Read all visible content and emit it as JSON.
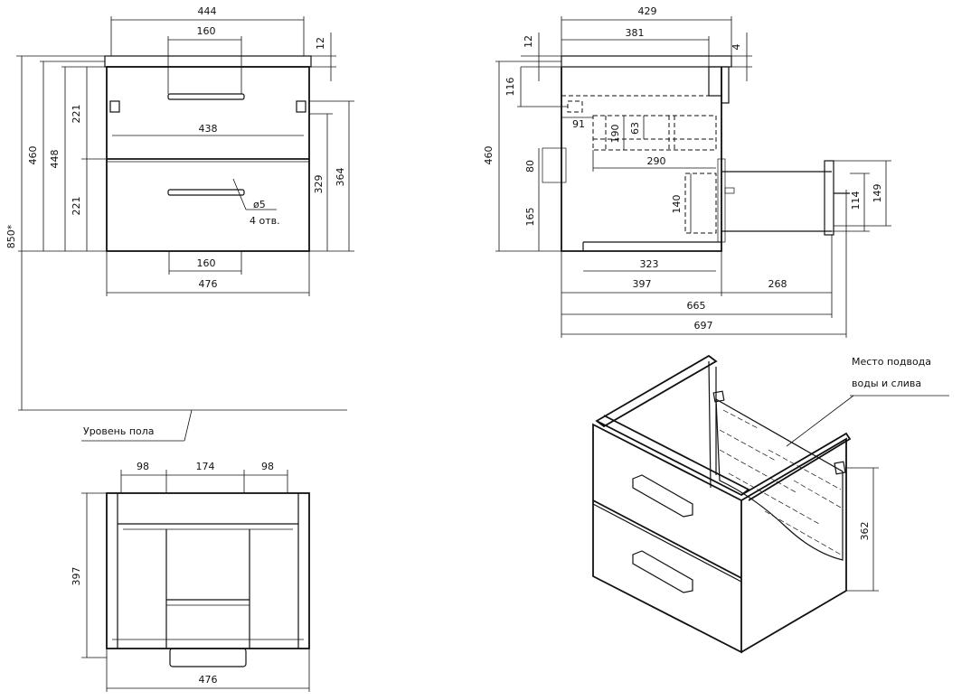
{
  "front_view": {
    "top_width": "444",
    "handle_top": "160",
    "top_thickness": "12",
    "drawer_upper_height": "221",
    "drawer_lower_height": "221",
    "inner_width": "438",
    "body_height": "448",
    "total_height": "460",
    "floor_height": "850*",
    "hole_diameter": "ø5",
    "hole_count": "4 отв.",
    "bracket_height_low": "329",
    "bracket_height_high": "364",
    "handle_bottom": "160",
    "body_width": "476"
  },
  "side_view": {
    "top_depth": "429",
    "inner_depth": "381",
    "top_thickness": "12",
    "gap": "4",
    "upper_zone": "116",
    "total_height": "460",
    "hole_offset": "91",
    "cutout_190": "190",
    "cutout_63": "63",
    "cutout_290": "290",
    "cutout_80": "80",
    "cutout_165": "165",
    "cutout_140": "140",
    "bracket_114": "114",
    "bracket_149": "149",
    "bottom_323": "323",
    "depth_397": "397",
    "drawer_ext_268": "268",
    "overall_665": "665",
    "overall_697": "697"
  },
  "floor_label": "Уровень пола",
  "top_view": {
    "left_98": "98",
    "center_174": "174",
    "right_98": "98",
    "depth_397": "397",
    "width_476": "476"
  },
  "iso_view": {
    "callout_line1": "Место подвода",
    "callout_line2": "воды и слива",
    "height_362": "362"
  }
}
